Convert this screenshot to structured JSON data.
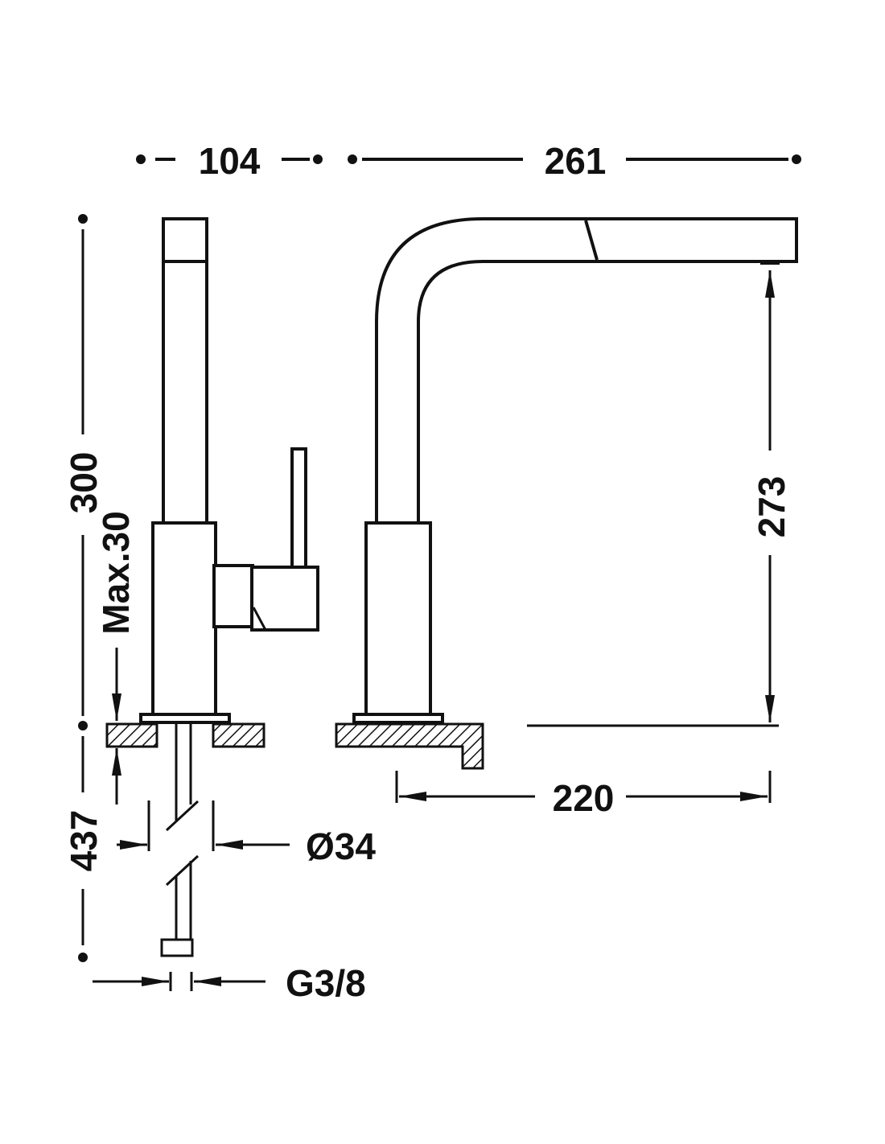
{
  "dimensions": {
    "width_lever": "104",
    "spout_reach_top": "261",
    "height_total": "300",
    "counter_thickness": "Max.30",
    "spout_height": "273",
    "spout_reach": "220",
    "hose_length": "437",
    "hole_diameter": "Ø34",
    "thread": "G3/8"
  },
  "colors": {
    "line": "#111111",
    "background": "#ffffff"
  }
}
